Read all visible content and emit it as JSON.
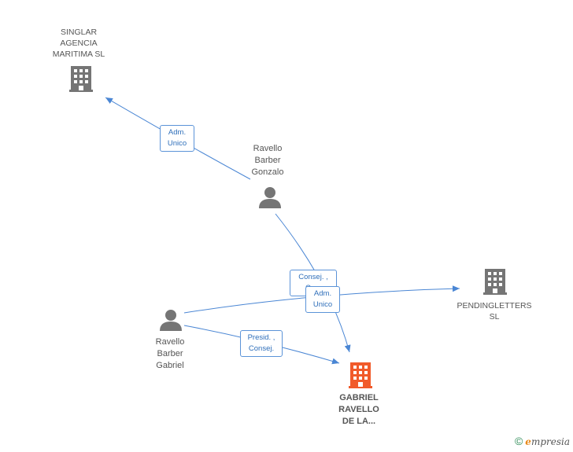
{
  "colors": {
    "edge": "#4a86d4",
    "company": "#757575",
    "person": "#757575",
    "focus": "#f15a2a"
  },
  "nodes": {
    "singlar": {
      "label": "SINGLAR\nAGENCIA\nMARITIMA SL",
      "icon": "building-icon"
    },
    "gonzalo": {
      "label": "Ravello\nBarber\nGonzalo",
      "icon": "person-icon"
    },
    "pendingletters": {
      "label": "PENDINGLETTERS\nSL",
      "icon": "building-icon"
    },
    "gabriel": {
      "label": "Ravello\nBarber\nGabriel",
      "icon": "person-icon"
    },
    "focus": {
      "label": "GABRIEL\nRAVELLO\nDE LA...",
      "icon": "building-icon"
    }
  },
  "edges": {
    "gonzalo_singlar": {
      "label": "Adm.\nUnico"
    },
    "gonzalo_focus": {
      "label": "Consej. ,\nCo..."
    },
    "gabriel_pending": {
      "label": "Adm.\nUnico"
    },
    "gabriel_focus": {
      "label": "Presid. ,\nConsej."
    }
  },
  "footer": {
    "symbol": "©",
    "brand_first": "e",
    "brand_rest": "mpresia"
  }
}
